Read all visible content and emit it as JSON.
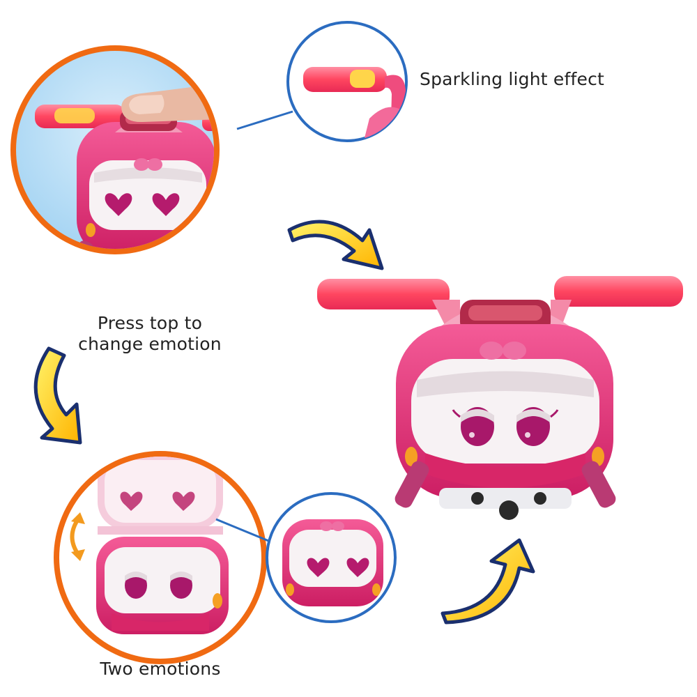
{
  "captions": {
    "sparkle": "Sparkling light effect",
    "press_line1": "Press top to",
    "press_line2": "change emotion",
    "two_emotions": "Two emotions"
  },
  "colors": {
    "orange_ring": "#f06a12",
    "blue_ring": "#2b6cc0",
    "body_pink": "#e8317a",
    "face_white": "#f7f2f4",
    "eye_magenta": "#a8186a",
    "arrow_yellow": "#ffd31a",
    "arrow_outline": "#1a2f6e",
    "propeller": "#ff5a6e",
    "sky_blue": "#bfe1f7"
  },
  "icons": {
    "arrow_top": "curved-arrow-icon",
    "arrow_left": "curved-arrow-icon",
    "arrow_bottom": "curved-arrow-icon",
    "swap": "double-arrow-icon"
  }
}
